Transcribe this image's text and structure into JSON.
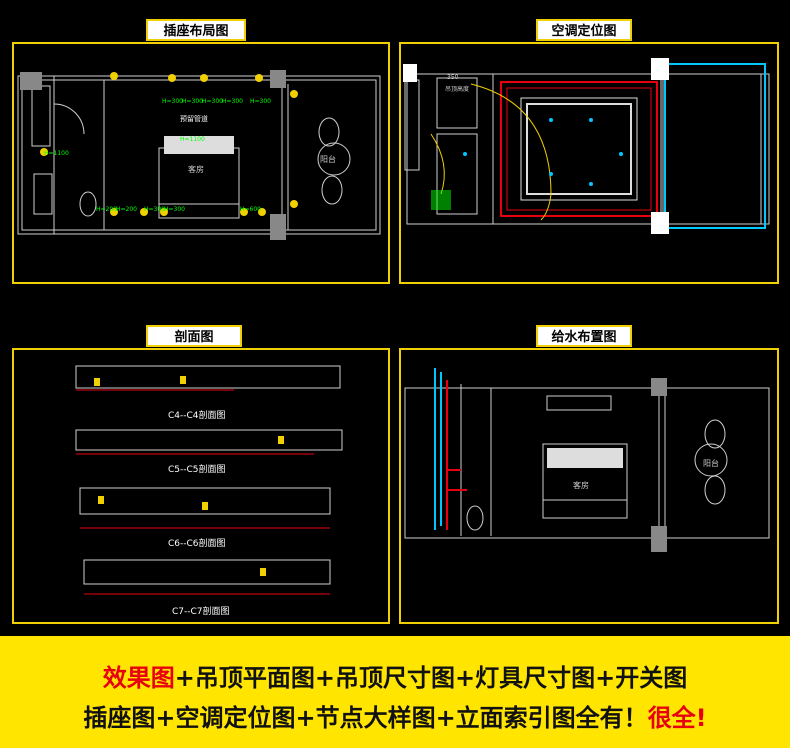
{
  "panels": {
    "socket": {
      "title": "插座布局图",
      "labels": {
        "room": "客房",
        "balcony": "阳台",
        "reserved": "预留管道",
        "h300a": "H=300",
        "h300b": "H=300",
        "h300c": "H=300",
        "h300d": "H=300",
        "h300e": "H=300",
        "h1100a": "H=1100",
        "h1100b": "H=1100",
        "h200a": "H=200",
        "h200b": "H=200",
        "h300f": "H=300",
        "h300g": "H=300",
        "h600": "H=600"
      }
    },
    "ac": {
      "title": "空调定位图",
      "labels": {
        "n350": "350",
        "ceiling": "吊顶高度"
      }
    },
    "section": {
      "title": "剖面图",
      "captions": [
        "C4--C4剖面图",
        "C5--C5剖面图",
        "C6--C6剖面图",
        "C7--C7剖面图"
      ]
    },
    "water": {
      "title": "给水布置图",
      "labels": {
        "room": "客房",
        "balcony": "阳台"
      }
    }
  },
  "banner": {
    "line1": [
      {
        "text": "效果图",
        "color": "red"
      },
      {
        "text": "+吊顶平面图+吊顶尺寸图+灯具尺寸图+开关图",
        "color": "black"
      }
    ],
    "line2": [
      {
        "text": "插座图+空调定位图+节点大样图+立面索引图全有！",
        "color": "black"
      },
      {
        "text": "很全!",
        "color": "red"
      }
    ]
  },
  "colors": {
    "frame": "#f0d000",
    "banner": "#ffe500",
    "accent_red": "#e8000f"
  }
}
